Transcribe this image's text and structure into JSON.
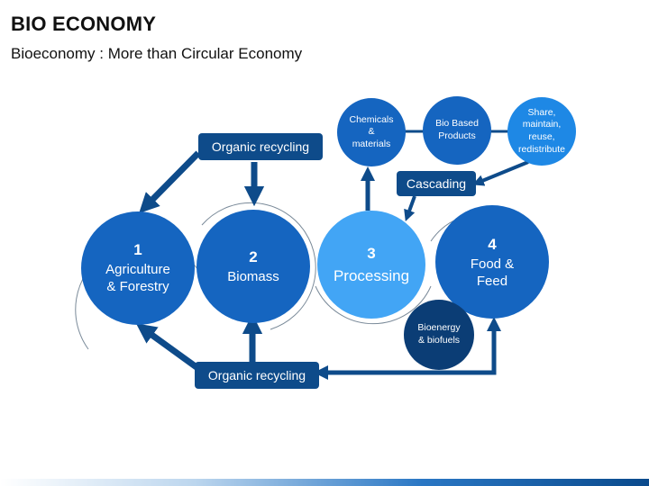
{
  "header": {
    "title": "BIO ECONOMY",
    "subtitle": "Bioeconomy : More than Circular Economy"
  },
  "stages": [
    {
      "number": "1",
      "line1": "Agriculture",
      "line2": "& Forestry"
    },
    {
      "number": "2",
      "line1": "Biomass",
      "line2": ""
    },
    {
      "number": "3",
      "line1": "Processing",
      "line2": ""
    },
    {
      "number": "4",
      "line1": "Food &",
      "line2": "Feed"
    }
  ],
  "top_nodes": [
    {
      "lines": [
        "Chemicals",
        "&",
        "materials"
      ]
    },
    {
      "lines": [
        "Bio Based",
        "Products"
      ]
    },
    {
      "lines": [
        "Share,",
        "maintain,",
        "reuse,",
        "redistribute"
      ]
    }
  ],
  "bioenergy": {
    "lines": [
      "Bioenergy",
      "& biofuels"
    ]
  },
  "boxes": {
    "organic_recycling_top": "Organic recycling",
    "organic_recycling_bottom": "Organic recycling",
    "cascading": "Cascading"
  },
  "colors": {
    "dark_blue": "#0e4b8a",
    "mid_blue": "#1565c0",
    "light_blue": "#42a5f5",
    "navy": "#0b3d75"
  }
}
